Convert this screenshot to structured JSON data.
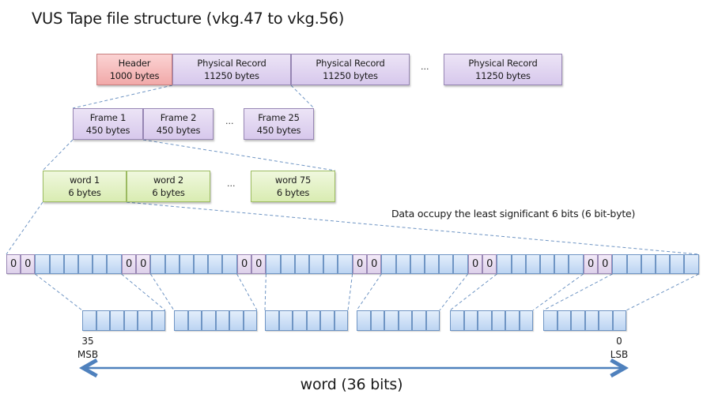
{
  "title": "VUS Tape file structure (vkg.47 to vkg.56)",
  "records_row": {
    "header": {
      "name": "Header",
      "size": "1000 bytes",
      "color": "#f1a9a9"
    },
    "records": [
      {
        "name": "Physical Record",
        "size": "11250 bytes"
      },
      {
        "name": "Physical Record",
        "size": "11250 bytes"
      },
      {
        "name": "Physical Record",
        "size": "11250 bytes"
      }
    ],
    "ellipsis": "...",
    "color": "#d7c8ec"
  },
  "frames_row": {
    "frames": [
      {
        "name": "Frame 1",
        "size": "450 bytes"
      },
      {
        "name": "Frame 2",
        "size": "450 bytes"
      },
      {
        "name": "Frame 25",
        "size": "450 bytes"
      }
    ],
    "ellipsis": "...",
    "color": "#d7c8ec"
  },
  "words_row": {
    "words": [
      {
        "name": "word 1",
        "size": "6 bytes"
      },
      {
        "name": "word 2",
        "size": "6 bytes"
      },
      {
        "name": "word 75",
        "size": "6 bytes"
      }
    ],
    "ellipsis": "...",
    "color": "#d9ecb2"
  },
  "annotation": "Data occupy the least significant 6 bits (6 bit-byte)",
  "bytes_row": {
    "byte_count": 6,
    "pad_bits": [
      "0",
      "0"
    ],
    "data_bits_per_byte": 6,
    "pad_color": "#ddd0ea",
    "bit_color": "#bcd4f2"
  },
  "word_bits_row": {
    "groups": 6,
    "bits_per_group": 6
  },
  "msb": {
    "index": "35",
    "label": "MSB"
  },
  "lsb": {
    "index": "0",
    "label": "LSB"
  },
  "word_caption": "word (36 bits)",
  "arrow_color": "#4f81bd"
}
